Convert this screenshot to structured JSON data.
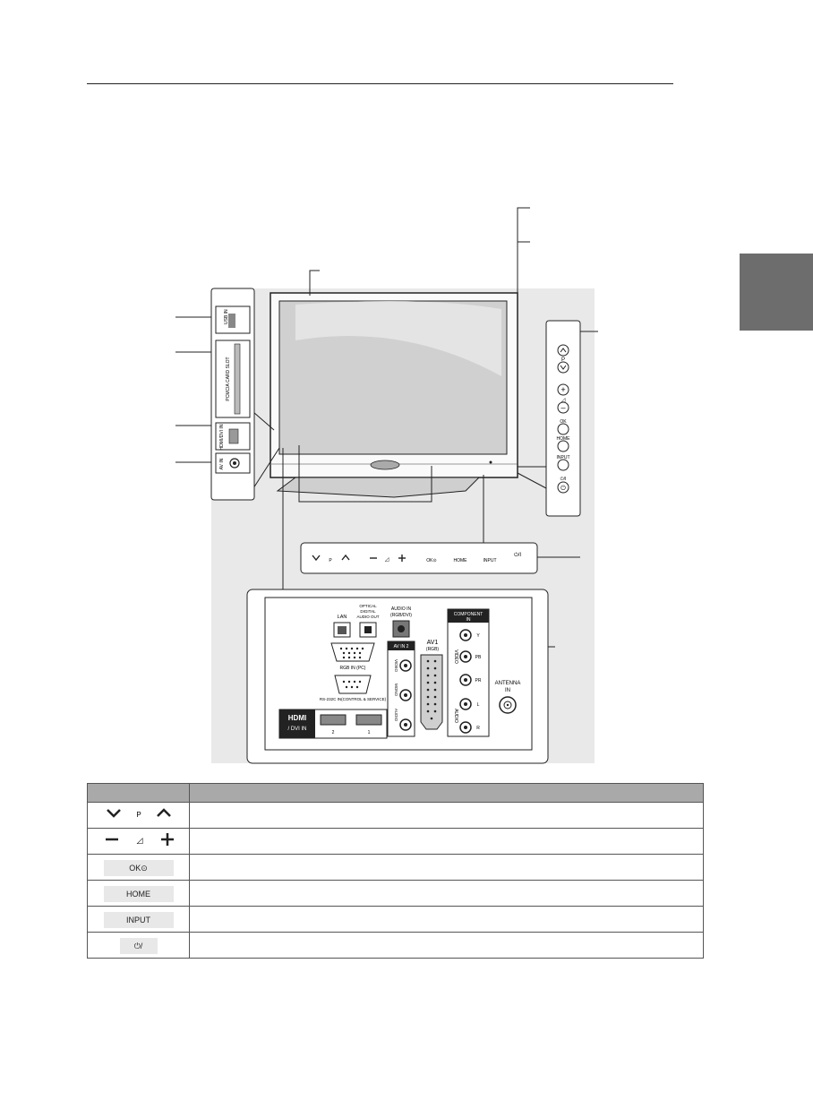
{
  "figure": {
    "side_panel": {
      "usb": "USB IN",
      "pcmcia": "PCMCIA CARD SLOT",
      "hdmi": "HDMI/DVI IN",
      "av": "AV IN"
    },
    "right_panel": {
      "p": "P",
      "ok": "OK",
      "home": "HOME",
      "input": "INPUT",
      "power": "⏻/I"
    },
    "strip": {
      "p": "P",
      "ok": "OK⊙",
      "home": "HOME",
      "input": "INPUT",
      "power": "⏻/I"
    },
    "rear": {
      "lan": "LAN",
      "optical_1": "OPTICAL",
      "optical_2": "DIGITAL",
      "optical_3": "AUDIO OUT",
      "audio_in_1": "AUDIO IN",
      "audio_in_2": "(RGB/DVI)",
      "rgb_in": "RGB IN (PC)",
      "rs232c": "RS-232C IN(CONTROL & SERVICE)",
      "hdmi_logo": "HDMI",
      "dvi_in": "/ DVI IN",
      "hdmi_2": "2",
      "hdmi_1": "1",
      "av_in_2": "AV IN 2",
      "av1_1": "AV1",
      "av1_2": "(RGB)",
      "component_1": "COMPONENT",
      "component_2": "IN",
      "antenna_1": "ANTENNA",
      "antenna_2": "IN",
      "jack_y": "Y",
      "jack_pb": "PB",
      "jack_pr": "PR",
      "jack_l": "L",
      "jack_r": "R",
      "video": "VIDEO",
      "audio": "AUDIO",
      "av_video": "VIDEO",
      "av_audio": "AUDIO",
      "av_mono": "MONO"
    }
  },
  "table": {
    "rows": [
      {
        "icon": "channel-down-up",
        "p_label": "P"
      },
      {
        "icon": "volume-down-up"
      },
      {
        "icon": "ok",
        "label": "OK⊙"
      },
      {
        "icon": "home",
        "label": "HOME"
      },
      {
        "icon": "input",
        "label": "INPUT"
      },
      {
        "icon": "power",
        "label": "⏻/"
      }
    ]
  },
  "colors": {
    "panel_bg": "#e9e9e9",
    "tab": "#6d6d6d",
    "table_header": "#a9a9a9"
  }
}
